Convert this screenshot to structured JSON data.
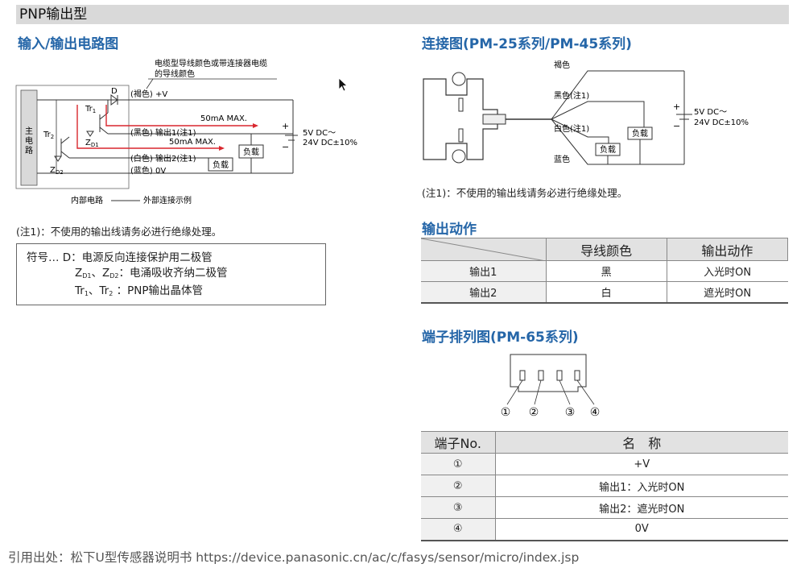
{
  "header": {
    "title": "PNP输出型"
  },
  "left": {
    "circuit_title": "输入/输出电路图",
    "circuit": {
      "cable_note_line1": "电缆型导线颜色或带连接器电缆",
      "cable_note_line2": "的导线颜色",
      "main_circuit": [
        "主",
        "电",
        "路"
      ],
      "d_label": "D",
      "tr1": "Tr",
      "tr1_sub": "1",
      "tr2": "Tr",
      "tr2_sub": "2",
      "zd1": "Z",
      "zd1_sub": "D1",
      "zd2": "Z",
      "zd2_sub": "D2",
      "brown": "(褐色) +V",
      "black": "(黑色) 输出1(注1)",
      "white": "(白色) 输出2(注1)",
      "blue": "(蓝色) 0V",
      "max1": "50mA  MAX.",
      "max2": "50mA  MAX.",
      "load": "负载",
      "supply_line1": "5V DC～",
      "supply_line2": "24V DC±10%",
      "plus": "+",
      "minus": "−",
      "internal": "内部电路",
      "external": "外部连接示例"
    },
    "note": "(注1)：不使用的输出线请务必进行绝缘处理。",
    "symbols": {
      "line1": "符号… D：电源反向连接保护用二极管",
      "zd_prefix1": "Z",
      "zd_sub1": "D1",
      "zd_sep": "、Z",
      "zd_sub2": "D2",
      "zd_desc": "：电涌吸收齐纳二极管",
      "tr_prefix1": "Tr",
      "tr_sub1": "1",
      "tr_sep": "、Tr",
      "tr_sub2": "2",
      "tr_desc": "  ：PNP输出晶体管"
    }
  },
  "right": {
    "connection_title": "连接图(PM-25系列/PM-45系列)",
    "connection": {
      "brown": "褐色",
      "black": "黑色(注1)",
      "white": "白色(注1)",
      "blue": "蓝色",
      "load": "负载",
      "supply_line1": "5V DC～",
      "supply_line2": "24V DC±10%",
      "plus": "+",
      "minus": "−"
    },
    "connection_note": "(注1)：不使用的输出线请务必进行绝缘处理。",
    "output_title": "输出动作",
    "output_table": {
      "headers": [
        "",
        "导线颜色",
        "输出动作"
      ],
      "rows": [
        [
          "输出1",
          "黑",
          "入光时ON"
        ],
        [
          "输出2",
          "白",
          "遮光时ON"
        ]
      ]
    },
    "terminal_title": "端子排列图(PM-65系列)",
    "terminal_numbers": [
      "①",
      "②",
      "③",
      "④"
    ],
    "terminal_table": {
      "headers": [
        "端子No.",
        "名　称"
      ],
      "rows": [
        [
          "①",
          "+V"
        ],
        [
          "②",
          "输出1：入光时ON"
        ],
        [
          "③",
          "输出2：遮光时ON"
        ],
        [
          "④",
          "0V"
        ]
      ]
    }
  },
  "footer": {
    "source": "引用出处：松下U型传感器说明书  https://device.panasonic.cn/ac/c/fasys/sensor/micro/index.jsp"
  },
  "colors": {
    "accent": "#2566a8",
    "red_line": "#d9272e",
    "header_gray": "#d9d9d9"
  }
}
